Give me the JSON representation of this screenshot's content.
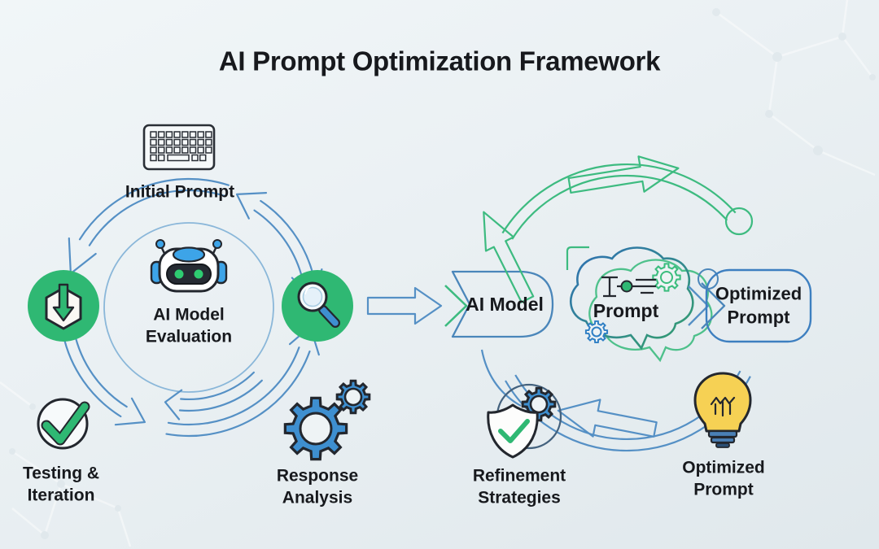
{
  "title": "AI Prompt Optimization Framework",
  "left_cycle": {
    "initial_prompt": "Initial Prompt",
    "center": "AI Model\nEvaluation",
    "testing": "Testing &\nIteration",
    "response": "Response\nAnalysis"
  },
  "right_cycle": {
    "ai_model": "AI Model",
    "prompt": "Prompt",
    "optimized_prompt_box": "Optimized\nPrompt",
    "refinement": "Refinement\nStrategies",
    "optimized_prompt": "Optimized\nPrompt"
  },
  "icons": {
    "keyboard": "keyboard-icon",
    "robot": "robot-icon",
    "download_shield": "download-shield-icon",
    "magnifier": "magnifier-icon",
    "check_circle": "check-circle-icon",
    "gears": "gears-icon",
    "shield_check_gear": "shield-check-gear-icon",
    "lightbulb": "lightbulb-icon",
    "chat_bubble": "chat-bubble-icon",
    "slider": "slider-settings-icon"
  },
  "colors": {
    "accent_green": "#2fb873",
    "arc_green": "#3dbb80",
    "accent_blue": "#5590c5",
    "gear_blue": "#3e8fd0",
    "bulb_yellow": "#f6d154",
    "outline_dark": "#23272e",
    "text": "#17191d",
    "background": "#e9eff2"
  }
}
